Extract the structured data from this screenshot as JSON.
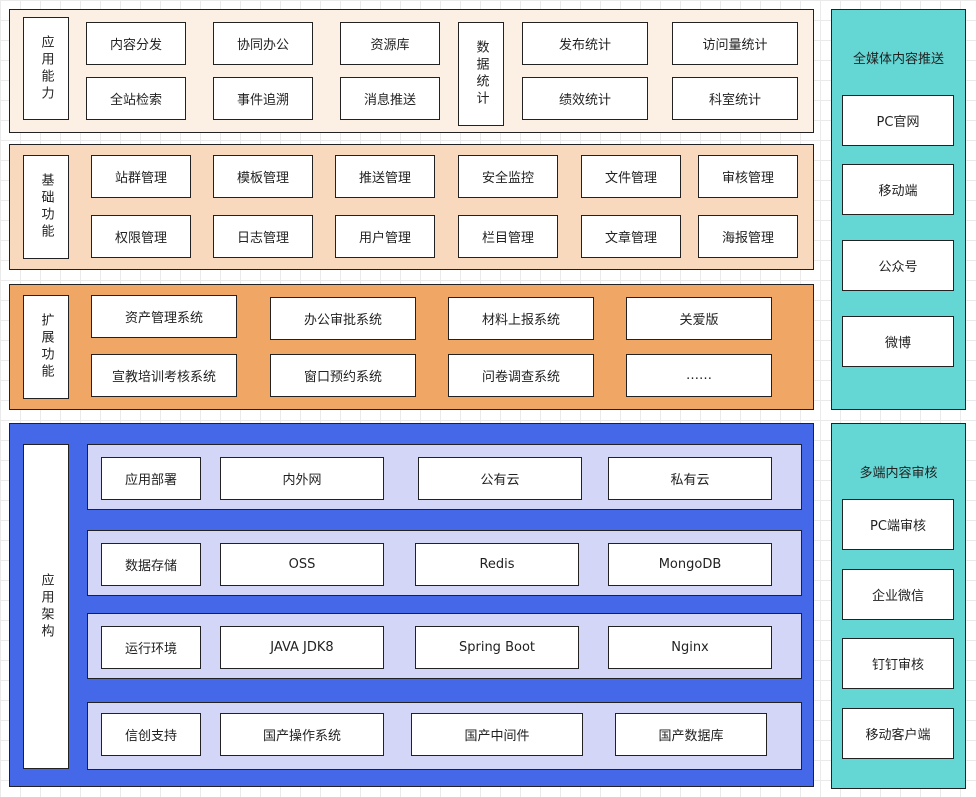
{
  "app_capability": {
    "label": "应用能力",
    "items": [
      "内容分发",
      "协同办公",
      "资源库",
      "全站检索",
      "事件追溯",
      "消息推送"
    ],
    "stats_label": "数据统计",
    "stats_items": [
      "发布统计",
      "访问量统计",
      "绩效统计",
      "科室统计"
    ]
  },
  "basic_functions": {
    "label": "基础功能",
    "items": [
      "站群管理",
      "模板管理",
      "推送管理",
      "安全监控",
      "文件管理",
      "审核管理",
      "权限管理",
      "日志管理",
      "用户管理",
      "栏目管理",
      "文章管理",
      "海报管理"
    ]
  },
  "extended_functions": {
    "label": "扩展功能",
    "items": [
      "资产管理系统",
      "办公审批系统",
      "材料上报系统",
      "关爱版",
      "宣教培训考核系统",
      "窗口预约系统",
      "问卷调查系统",
      "……"
    ]
  },
  "architecture": {
    "label": "应用架构",
    "rows": [
      {
        "title": "应用部署",
        "items": [
          "内外网",
          "公有云",
          "私有云"
        ]
      },
      {
        "title": "数据存储",
        "items": [
          "OSS",
          "Redis",
          "MongoDB"
        ]
      },
      {
        "title": "运行环境",
        "items": [
          "JAVA JDK8",
          "Spring Boot",
          "Nginx"
        ]
      },
      {
        "title": "信创支持",
        "items": [
          "国产操作系统",
          "国产中间件",
          "国产数据库"
        ]
      }
    ]
  },
  "push_panel": {
    "title": "全媒体内容推送",
    "items": [
      "PC官网",
      "移动端",
      "公众号",
      "微博"
    ]
  },
  "audit_panel": {
    "title": "多端内容审核",
    "items": [
      "PC端审核",
      "企业微信",
      "钉钉审核",
      "移动客户端"
    ]
  },
  "colors": {
    "app_bg": "#fcefe3",
    "basic_bg": "#f8d9bd",
    "ext_bg": "#f0a766",
    "arch_bg": "#4468e8",
    "arch_row_bg": "#d3d6f7",
    "side_bg": "#64d6d4"
  }
}
